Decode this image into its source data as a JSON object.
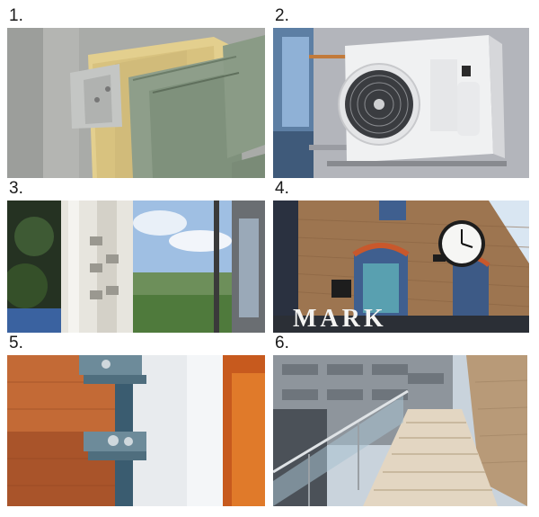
{
  "panels": [
    {
      "number": "1."
    },
    {
      "number": "2."
    },
    {
      "number": "3."
    },
    {
      "number": "4."
    },
    {
      "number": "5."
    },
    {
      "number": "6."
    }
  ],
  "sign_text": "MARK"
}
